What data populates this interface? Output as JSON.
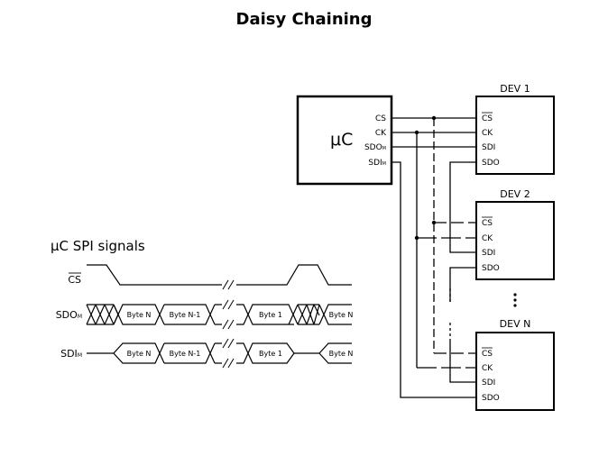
{
  "title": "Daisy Chaining",
  "controller": {
    "label": "μC",
    "pins": [
      "CS",
      "CK",
      "SDO",
      "SDI"
    ],
    "pin_subscripts": [
      "",
      "",
      "M",
      "M"
    ]
  },
  "devices": [
    {
      "name": "DEV 1",
      "pins": [
        "CS",
        "CK",
        "SDI",
        "SDO"
      ]
    },
    {
      "name": "DEV 2",
      "pins": [
        "CS",
        "CK",
        "SDI",
        "SDO"
      ]
    },
    {
      "name": "DEV N",
      "pins": [
        "CS",
        "CK",
        "SDI",
        "SDO"
      ]
    }
  ],
  "ellipsis": "⋮",
  "timing": {
    "heading": "μC SPI signals",
    "signals": [
      {
        "name": "CS",
        "subscript": ""
      },
      {
        "name": "SDO",
        "subscript": "M"
      },
      {
        "name": "SDI",
        "subscript": "M"
      }
    ],
    "sdo_bytes": [
      "Byte N",
      "Byte N-1",
      "Byte 1",
      "Byte N"
    ],
    "sdi_bytes": [
      "Byte N",
      "Byte N-1",
      "Byte 1",
      "Byte N"
    ]
  }
}
